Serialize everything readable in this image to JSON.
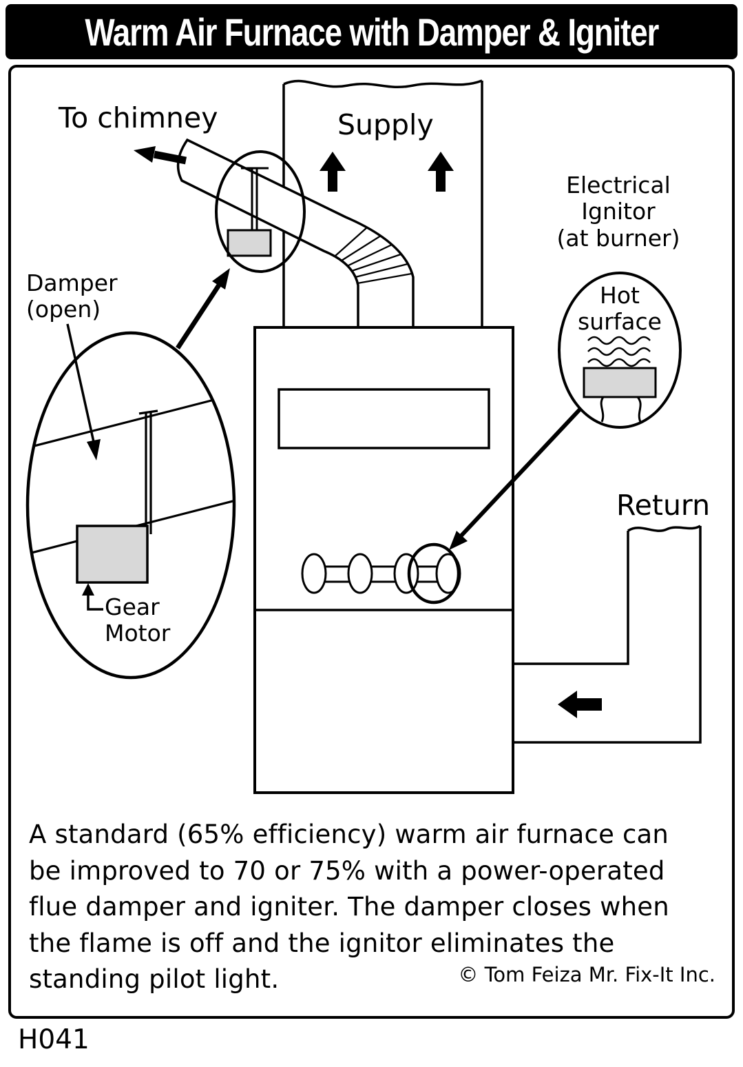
{
  "header": {
    "title": "Warm Air Furnace with Damper & Igniter"
  },
  "diagram": {
    "labels": {
      "to_chimney": "To chimney",
      "supply": "Supply",
      "electrical_ignitor": "Electrical\nIgnitor\n(at burner)",
      "hot_surface": "Hot\nsurface",
      "damper_open": "Damper\n(open)",
      "gear_motor": "Gear\nMotor",
      "return_label": "Return"
    }
  },
  "caption": {
    "body": "A standard (65% efficiency) warm air furnace can\nbe improved to 70 or 75% with a power-operated\nflue damper and igniter.  The damper closes when\nthe flame is off and the ignitor eliminates the\nstanding pilot light.",
    "credit": "© Tom Feiza Mr. Fix-It Inc."
  },
  "footer": {
    "code": "H041"
  },
  "colors": {
    "ink": "#000000",
    "metal_gray": "#d8d8d8",
    "paper": "#ffffff",
    "header_bg": "#000000",
    "header_text": "#ffffff"
  }
}
